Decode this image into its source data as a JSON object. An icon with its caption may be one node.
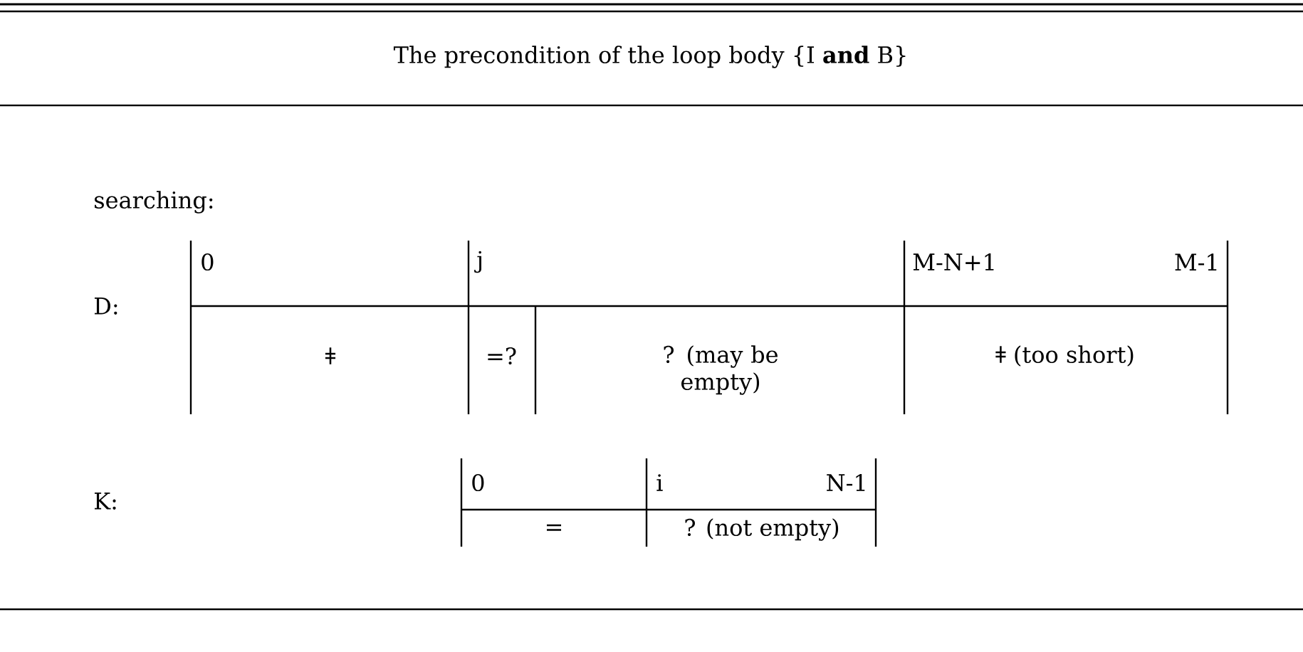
{
  "diagram": {
    "title": "The precondition of the loop body {I **and** B}",
    "labels": [
      "searching:",
      "D:",
      "0",
      "j",
      "M-N+1",
      "M-1",
      "ǂ",
      "=?",
      "? (may be empty)",
      "ǂ (too short)",
      "K:",
      "0",
      "i",
      "N-1",
      "=",
      "? (not empty)"
    ]
  }
}
